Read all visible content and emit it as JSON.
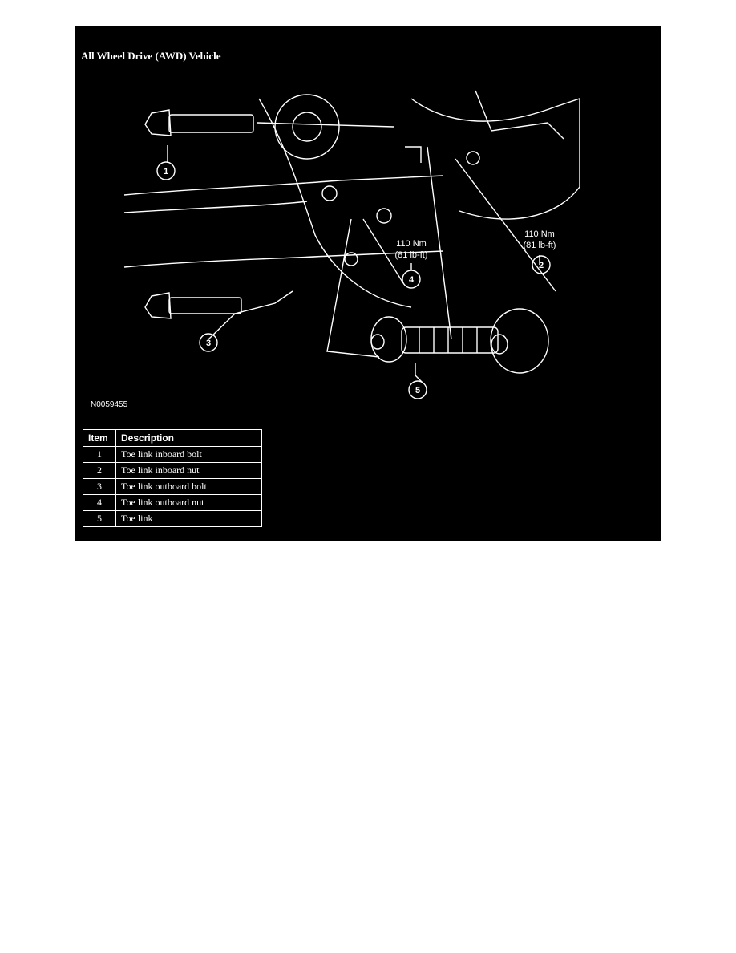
{
  "figure": {
    "title": "All Wheel Drive (AWD) Vehicle",
    "figure_id": "N0059455",
    "callouts": [
      "1",
      "2",
      "3",
      "4",
      "5"
    ],
    "torque_labels": [
      {
        "callout": "4",
        "nm": "110 Nm",
        "lbft": "(81 lb-ft)"
      },
      {
        "callout": "2",
        "nm": "110 Nm",
        "lbft": "(81 lb-ft)"
      }
    ]
  },
  "legend": {
    "headers": [
      "Item",
      "Description"
    ],
    "rows": [
      {
        "item": "1",
        "description": "Toe link inboard bolt"
      },
      {
        "item": "2",
        "description": "Toe link inboard nut"
      },
      {
        "item": "3",
        "description": "Toe link outboard bolt"
      },
      {
        "item": "4",
        "description": "Toe link outboard nut"
      },
      {
        "item": "5",
        "description": "Toe link"
      }
    ]
  },
  "colors": {
    "background": "#000000",
    "linework": "#ffffff",
    "page": "#ffffff"
  }
}
